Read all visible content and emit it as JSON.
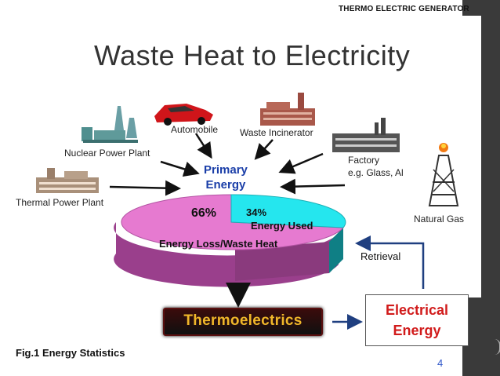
{
  "header": {
    "label": "THERMO ELECTRIC GENERATOR"
  },
  "title": "Waste Heat to Electricity",
  "sources": {
    "nuclear": "Nuclear Power Plant",
    "automobile": "Automobile",
    "incinerator": "Waste Incinerator",
    "factory_line1": "Factory",
    "factory_line2": "e.g. Glass, Al",
    "thermal": "Thermal Power Plant",
    "natural_gas": "Natural Gas"
  },
  "primary_energy": {
    "line1": "Primary",
    "line2": "Energy"
  },
  "pie": {
    "loss_percent": "66%",
    "used_percent": "34%",
    "used_label": "Energy Used",
    "loss_label": "Energy Loss/Waste Heat",
    "loss_value": 66,
    "used_value": 34
  },
  "retrieval": "Retrieval",
  "thermoelectrics": "Thermoelectrics",
  "electrical_energy": {
    "line1": "Electrical",
    "line2": "Energy"
  },
  "caption": "Fig.1  Energy Statistics",
  "page_number": "4",
  "colors": {
    "loss": "#e67ad0",
    "used": "#25e6ee",
    "primary": "#1a3ea8",
    "electrical": "#d11b1b",
    "thermo_text": "#f0b72a"
  }
}
